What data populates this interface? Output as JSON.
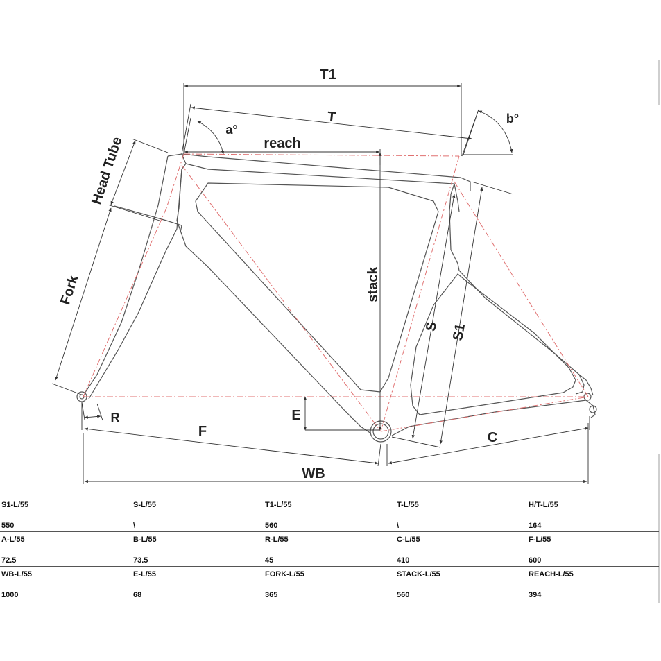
{
  "diagram": {
    "labels": {
      "t1": "T1",
      "t": "T",
      "a": "a°",
      "b": "b°",
      "reach": "reach",
      "head_tube": "Head Tube",
      "fork": "Fork",
      "stack": "stack",
      "s": "S",
      "s1": "S1",
      "r": "R",
      "f": "F",
      "e": "E",
      "c": "C",
      "wb": "WB"
    },
    "colors": {
      "frame_line": "#555555",
      "dim_line": "#333333",
      "center_line": "#e07070"
    }
  },
  "spec_table": {
    "rows": [
      [
        {
          "label": "S1-L/55",
          "value": "550"
        },
        {
          "label": "S-L/55",
          "value": "\\"
        },
        {
          "label": "T1-L/55",
          "value": "560"
        },
        {
          "label": "T-L/55",
          "value": "\\"
        },
        {
          "label": "H/T-L/55",
          "value": "164"
        }
      ],
      [
        {
          "label": "A-L/55",
          "value": "72.5"
        },
        {
          "label": "B-L/55",
          "value": "73.5"
        },
        {
          "label": "R-L/55",
          "value": "45"
        },
        {
          "label": "C-L/55",
          "value": "410"
        },
        {
          "label": "F-L/55",
          "value": "600"
        }
      ],
      [
        {
          "label": "WB-L/55",
          "value": "1000"
        },
        {
          "label": "E-L/55",
          "value": "68"
        },
        {
          "label": "FORK-L/55",
          "value": "365"
        },
        {
          "label": "STACK-L/55",
          "value": "560"
        },
        {
          "label": "REACH-L/55",
          "value": "394"
        }
      ]
    ]
  }
}
